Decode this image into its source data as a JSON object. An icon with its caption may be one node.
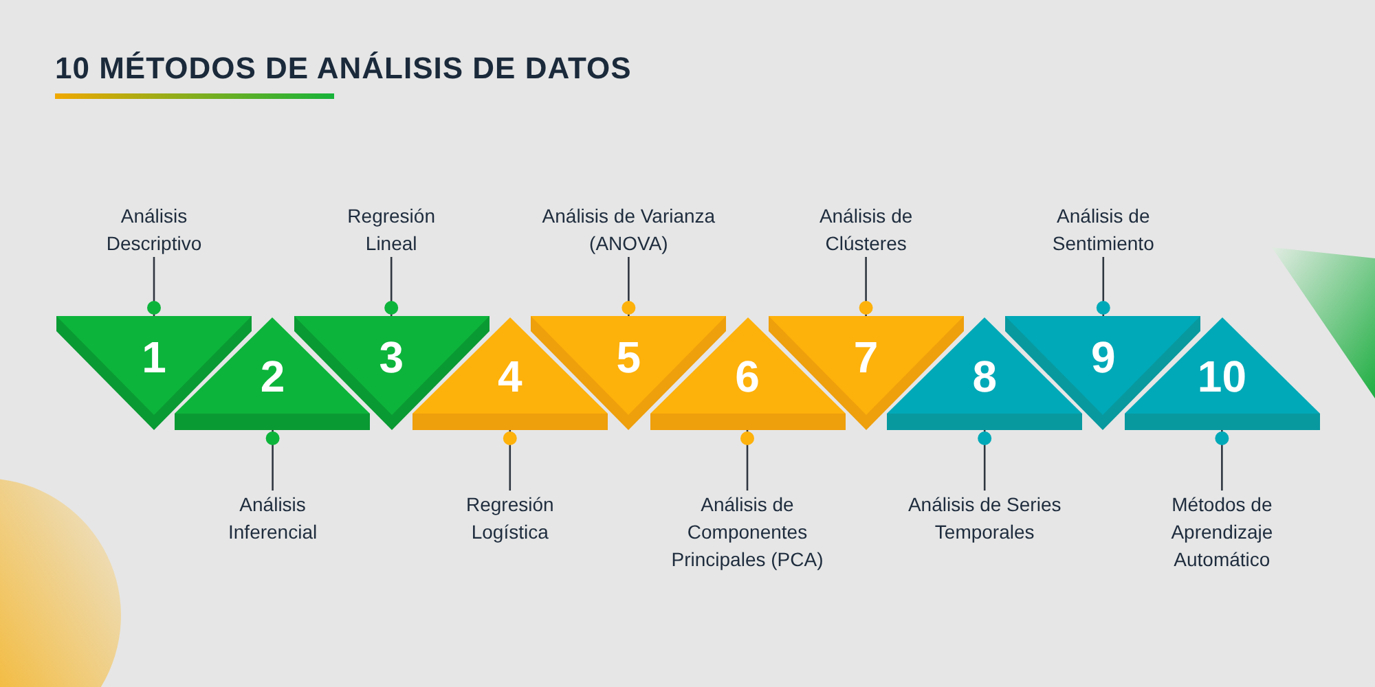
{
  "diagram": {
    "title": "10 MÉTODOS DE ANÁLISIS DE DATOS",
    "nodes": [
      {
        "text": [
          "Análisis Descriptivo"
        ]
      },
      {
        "text": [
          "Regresión Lineal"
        ]
      },
      {
        "text": [
          "Análisis de Varianza (ANOVA)"
        ]
      },
      {
        "text": [
          "Análisis de Clústeres"
        ]
      },
      {
        "text": [
          "Análisis de Sentimiento"
        ]
      },
      {
        "text": [
          "1"
        ]
      },
      {
        "text": [
          "2"
        ]
      },
      {
        "text": [
          "3"
        ]
      },
      {
        "text": [
          "4"
        ]
      },
      {
        "text": [
          "5"
        ]
      },
      {
        "text": [
          "6"
        ]
      },
      {
        "text": [
          "7"
        ]
      },
      {
        "text": [
          "8"
        ]
      },
      {
        "text": [
          "9"
        ]
      },
      {
        "text": [
          "10"
        ]
      },
      {
        "text": [
          "Análisis Inferencial"
        ]
      },
      {
        "text": [
          "Regresión Logística"
        ]
      },
      {
        "text": [
          "Análisis de Componentes Principales (PCA)"
        ]
      },
      {
        "text": [
          "Análisis de Series Temporales"
        ]
      },
      {
        "text": [
          "Métodos de Aprendizaje Automático"
        ]
      }
    ],
    "edges": [
      {
        "from": 0,
        "to": 5,
        "arrow": "other"
      },
      {
        "from": 15,
        "to": 6,
        "arrow": "other"
      },
      {
        "from": 1,
        "to": 7,
        "arrow": "other"
      },
      {
        "from": 16,
        "to": 8,
        "arrow": "other"
      },
      {
        "from": 2,
        "to": 9,
        "arrow": "other"
      },
      {
        "from": 17,
        "to": 10,
        "arrow": "other"
      },
      {
        "from": 3,
        "to": 11,
        "arrow": "other"
      },
      {
        "from": 18,
        "to": 12,
        "arrow": "other"
      },
      {
        "from": 4,
        "to": 13,
        "arrow": "other"
      },
      {
        "from": 19,
        "to": 14,
        "arrow": "other"
      }
    ]
  }
}
